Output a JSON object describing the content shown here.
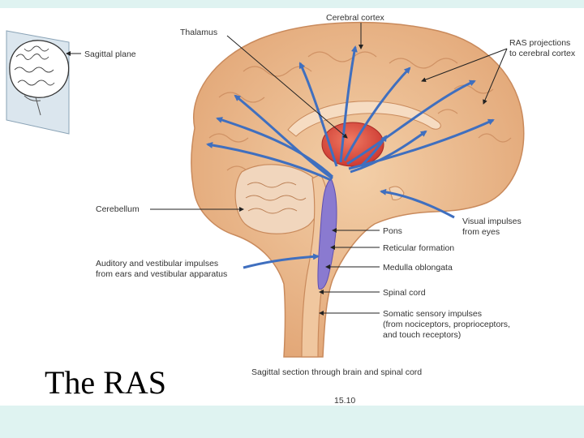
{
  "slide": {
    "title": "The RAS"
  },
  "figure": {
    "caption": "Sagittal section through brain and spinal cord",
    "figure_number": "15.10",
    "labels": {
      "cerebral_cortex": "Cerebral cortex",
      "thalamus": "Thalamus",
      "sagittal_plane": "Sagittal plane",
      "ras_projections_1": "RAS projections",
      "ras_projections_2": "to cerebral cortex",
      "cerebellum": "Cerebellum",
      "visual_1": "Visual impulses",
      "visual_2": "from eyes",
      "pons": "Pons",
      "reticular_formation": "Reticular formation",
      "auditory_1": "Auditory and vestibular impulses",
      "auditory_2": "from ears and vestibular apparatus",
      "medulla": "Medulla oblongata",
      "spinal_cord": "Spinal cord",
      "somatic_1": "Somatic sensory impulses",
      "somatic_2": "(from nociceptors, proprioceptors,",
      "somatic_3": "and touch receptors)"
    }
  },
  "colors": {
    "brain_tissue": "#eab98f",
    "thalamus": "#e0463c",
    "arrows": "#3f6fbf",
    "ras_column": "#8a7ad0",
    "background": "#dff3f1"
  }
}
